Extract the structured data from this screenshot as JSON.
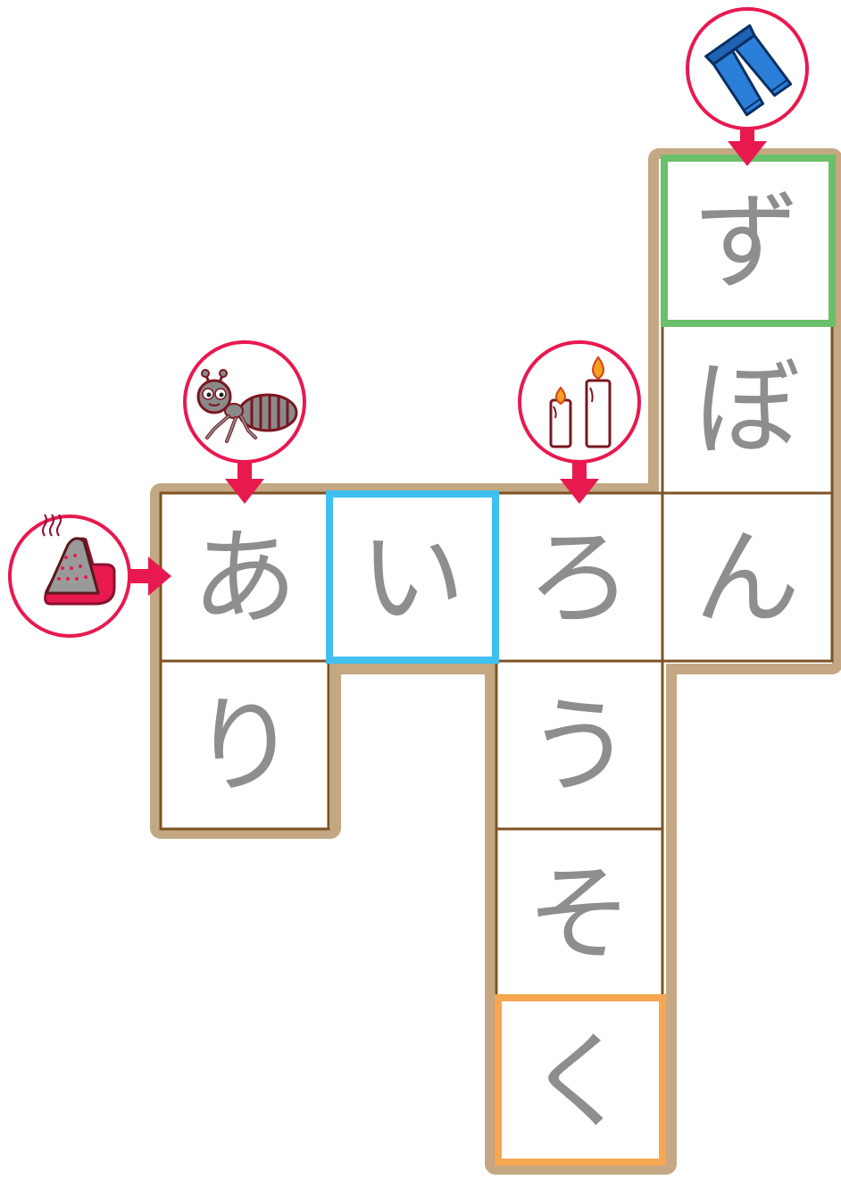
{
  "puzzle": {
    "cells": {
      "zu": "ず",
      "bo": "ぼ",
      "n": "ん",
      "a": "あ",
      "i": "い",
      "ro": "ろ",
      "u": "う",
      "so": "そ",
      "ku": "く",
      "ri": "り"
    },
    "clues": [
      "pants-icon",
      "ant-icon",
      "candles-icon",
      "iron-icon"
    ],
    "colors": {
      "board_border": "#c4a783",
      "grid_line": "#7d5325",
      "kana": "#8e8e8e",
      "arrow": "#e8194f",
      "highlight_green": "#6abf6a",
      "highlight_blue": "#3fc0f0",
      "highlight_orange": "#f5a851"
    }
  }
}
